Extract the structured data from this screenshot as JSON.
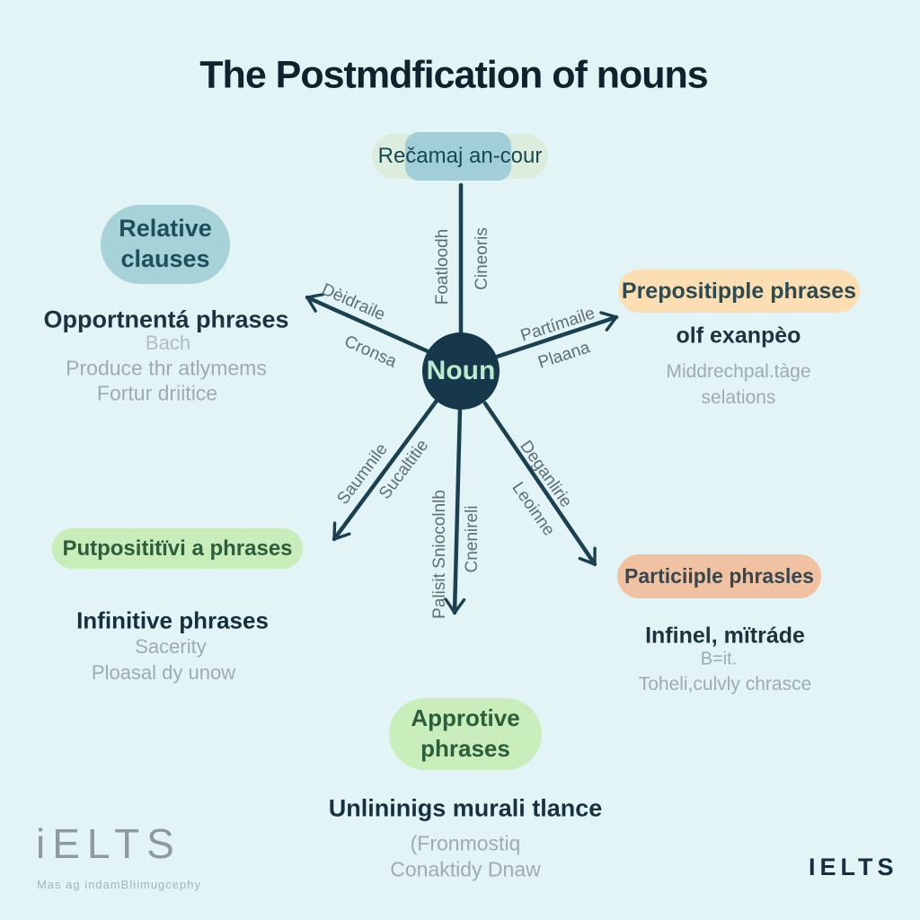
{
  "title": "The Postmdfication of nouns",
  "top_pill": {
    "label": "Rečamaj an-cour"
  },
  "center": {
    "label": "Noun"
  },
  "groups": {
    "relative": {
      "pill_line1": "Relative",
      "pill_line2": "clauses",
      "heading": "Opportnentá phrases",
      "sub1": "Bach",
      "sub2": "Produce thr atlymems",
      "sub3": "Fortur driitice"
    },
    "prepositional": {
      "pill": "Prepositipple phrases",
      "heading": "olf exanpèo",
      "sub1": "Middrechpal.tàge",
      "sub2": "selations"
    },
    "infinitive": {
      "pill": "Putposititïvi a phrases",
      "heading": "Infinitive phrases",
      "sub1": "Sacerity",
      "sub2": "Ploasal dy unow"
    },
    "participle": {
      "pill": "Particiiple phrasles",
      "heading": "Infinel, mïtráde",
      "sub1": "B=it.",
      "sub2": "Toheli,culvly chrasce"
    },
    "appositive": {
      "pill_line1": "Approtive",
      "pill_line2": "phrases",
      "heading": "Unlininigs murali tlance",
      "sub1": "(Fronmostiq",
      "sub2": "Conaktidy Dnaw"
    }
  },
  "edges": {
    "upleft": {
      "above": "Dèidraile",
      "below": "Cronsa"
    },
    "up": {
      "left": "Foatloodh",
      "right": "Cineoris"
    },
    "upright": {
      "above": "Partímaile",
      "below": "Plaana"
    },
    "downleft": {
      "above": "Saumnile",
      "below": "Sucaltitie"
    },
    "down": {
      "left": "Palisit Sniocolnlb",
      "right": "Cnenireli"
    },
    "downright": {
      "above": "Deganlirie",
      "below": "Leoinne"
    }
  },
  "logos": {
    "bottom_left": {
      "text": "iELTS",
      "tagline": "Mas ag indamBliimugcephy"
    },
    "bottom_right": {
      "text": "IELTS"
    }
  },
  "colors": {
    "background": "#e3f4f6",
    "connector": "#1b4050",
    "noun_fill": "#17384a",
    "noun_text": "#b9eccd",
    "teal_pill": "#a6d2d8",
    "peach_pill": "#fbdfb2",
    "green_pill": "#c8ecba",
    "salmon_pill": "#f0c2a2",
    "heading_text": "#1c3340",
    "sub_text": "#a0abae"
  }
}
